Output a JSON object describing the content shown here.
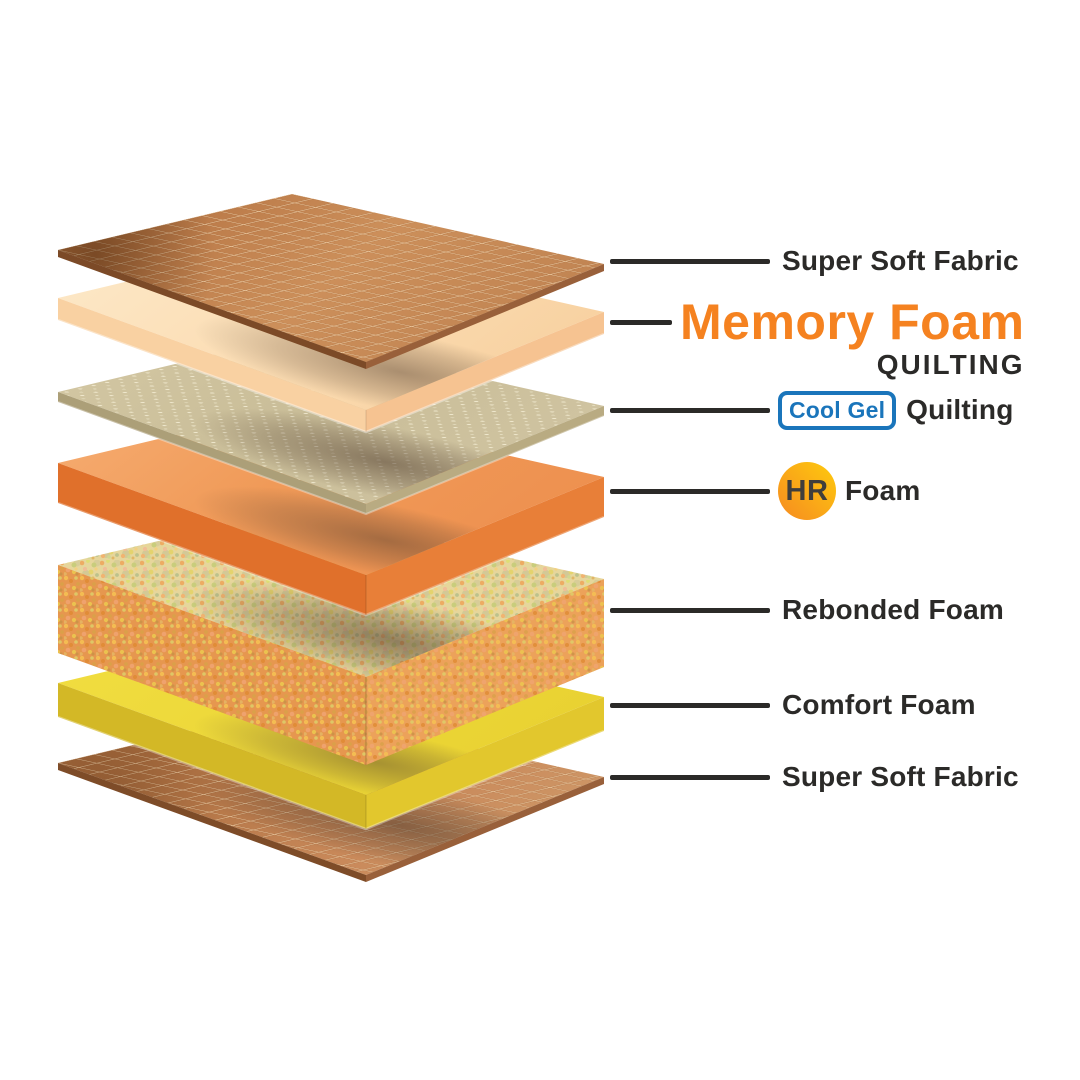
{
  "background": "#ffffff",
  "colors": {
    "text_dark": "#2b2a28",
    "leader_line": "#2b2a28",
    "memory_foam_orange": "#f58220",
    "cool_gel_blue": "#1a75bb",
    "hr_badge_yellow": "#fdc110",
    "hr_badge_orange": "#f7941e"
  },
  "labels": {
    "super_soft_fabric_top": "Super Soft Fabric",
    "memory_foam": "Memory Foam",
    "memory_foam_sub": "QUILTING",
    "cool_gel_badge": "Cool Gel",
    "cool_gel_text": "Quilting",
    "hr_badge": "HR",
    "hr_text": "Foam",
    "rebonded_foam": "Rebonded Foam",
    "comfort_foam": "Comfort Foam",
    "super_soft_fabric_bottom": "Super Soft Fabric"
  },
  "layers": [
    {
      "name": "Super Soft Fabric",
      "appearance": "quilted tan fabric sheet",
      "main_color": "#c8874f"
    },
    {
      "name": "Memory Foam Quilting",
      "appearance": "cream foam slab",
      "main_color": "#fbdfb8"
    },
    {
      "name": "Cool Gel Quilting",
      "appearance": "tan perforated gel sheet",
      "main_color": "#cdc19e"
    },
    {
      "name": "HR Foam",
      "appearance": "orange foam slab",
      "main_color": "#ef954f"
    },
    {
      "name": "Rebonded Foam",
      "appearance": "speckled multicolor foam block",
      "main_color": "#e6c383"
    },
    {
      "name": "Comfort Foam",
      "appearance": "yellow foam slab",
      "main_color": "#ecd636"
    },
    {
      "name": "Super Soft Fabric",
      "appearance": "quilted tan fabric sheet",
      "main_color": "#bd7f4d"
    }
  ]
}
